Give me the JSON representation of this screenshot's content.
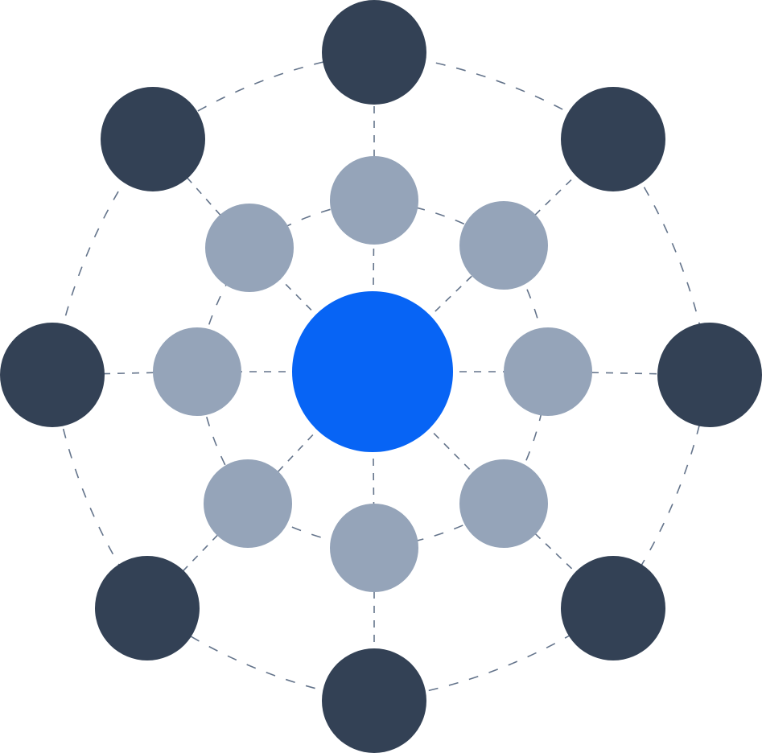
{
  "diagram": {
    "type": "hub-and-spoke network",
    "colors": {
      "background": "#ffffff",
      "hub": "#0764f5",
      "inner_node": "#95a4b9",
      "outer_node": "#334155",
      "connector": "#64748b"
    },
    "hub": {
      "id": "hub",
      "tier": "center"
    },
    "inner_nodes": [
      {
        "id": "inner-n"
      },
      {
        "id": "inner-ne"
      },
      {
        "id": "inner-e"
      },
      {
        "id": "inner-se"
      },
      {
        "id": "inner-s"
      },
      {
        "id": "inner-sw"
      },
      {
        "id": "inner-w"
      },
      {
        "id": "inner-nw"
      }
    ],
    "outer_nodes": [
      {
        "id": "outer-n"
      },
      {
        "id": "outer-ne"
      },
      {
        "id": "outer-e"
      },
      {
        "id": "outer-se"
      },
      {
        "id": "outer-s"
      },
      {
        "id": "outer-sw"
      },
      {
        "id": "outer-w"
      },
      {
        "id": "outer-nw"
      }
    ],
    "connections": {
      "hub_to_inner": "dashed",
      "inner_to_outer": "dashed",
      "inner_ring": "dashed",
      "outer_ring": "dashed"
    }
  }
}
